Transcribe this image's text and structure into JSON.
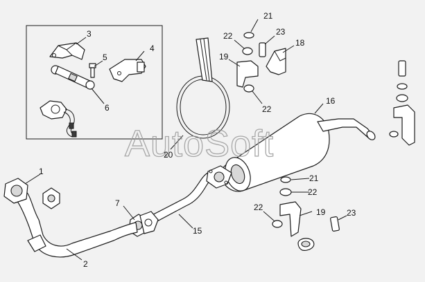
{
  "watermark": "AutoSoft",
  "callouts": {
    "c1": "1",
    "c2": "2",
    "c3": "3",
    "c4": "4",
    "c5": "5",
    "c6": "6",
    "c7": "7",
    "c15": "15",
    "c16": "16",
    "c18": "18",
    "c19a": "19",
    "c19b": "19",
    "c20": "20",
    "c21a": "21",
    "c21b": "21",
    "c22a": "22",
    "c22b": "22",
    "c22c": "22",
    "c22d": "22",
    "c23a": "23",
    "c23b": "23"
  }
}
